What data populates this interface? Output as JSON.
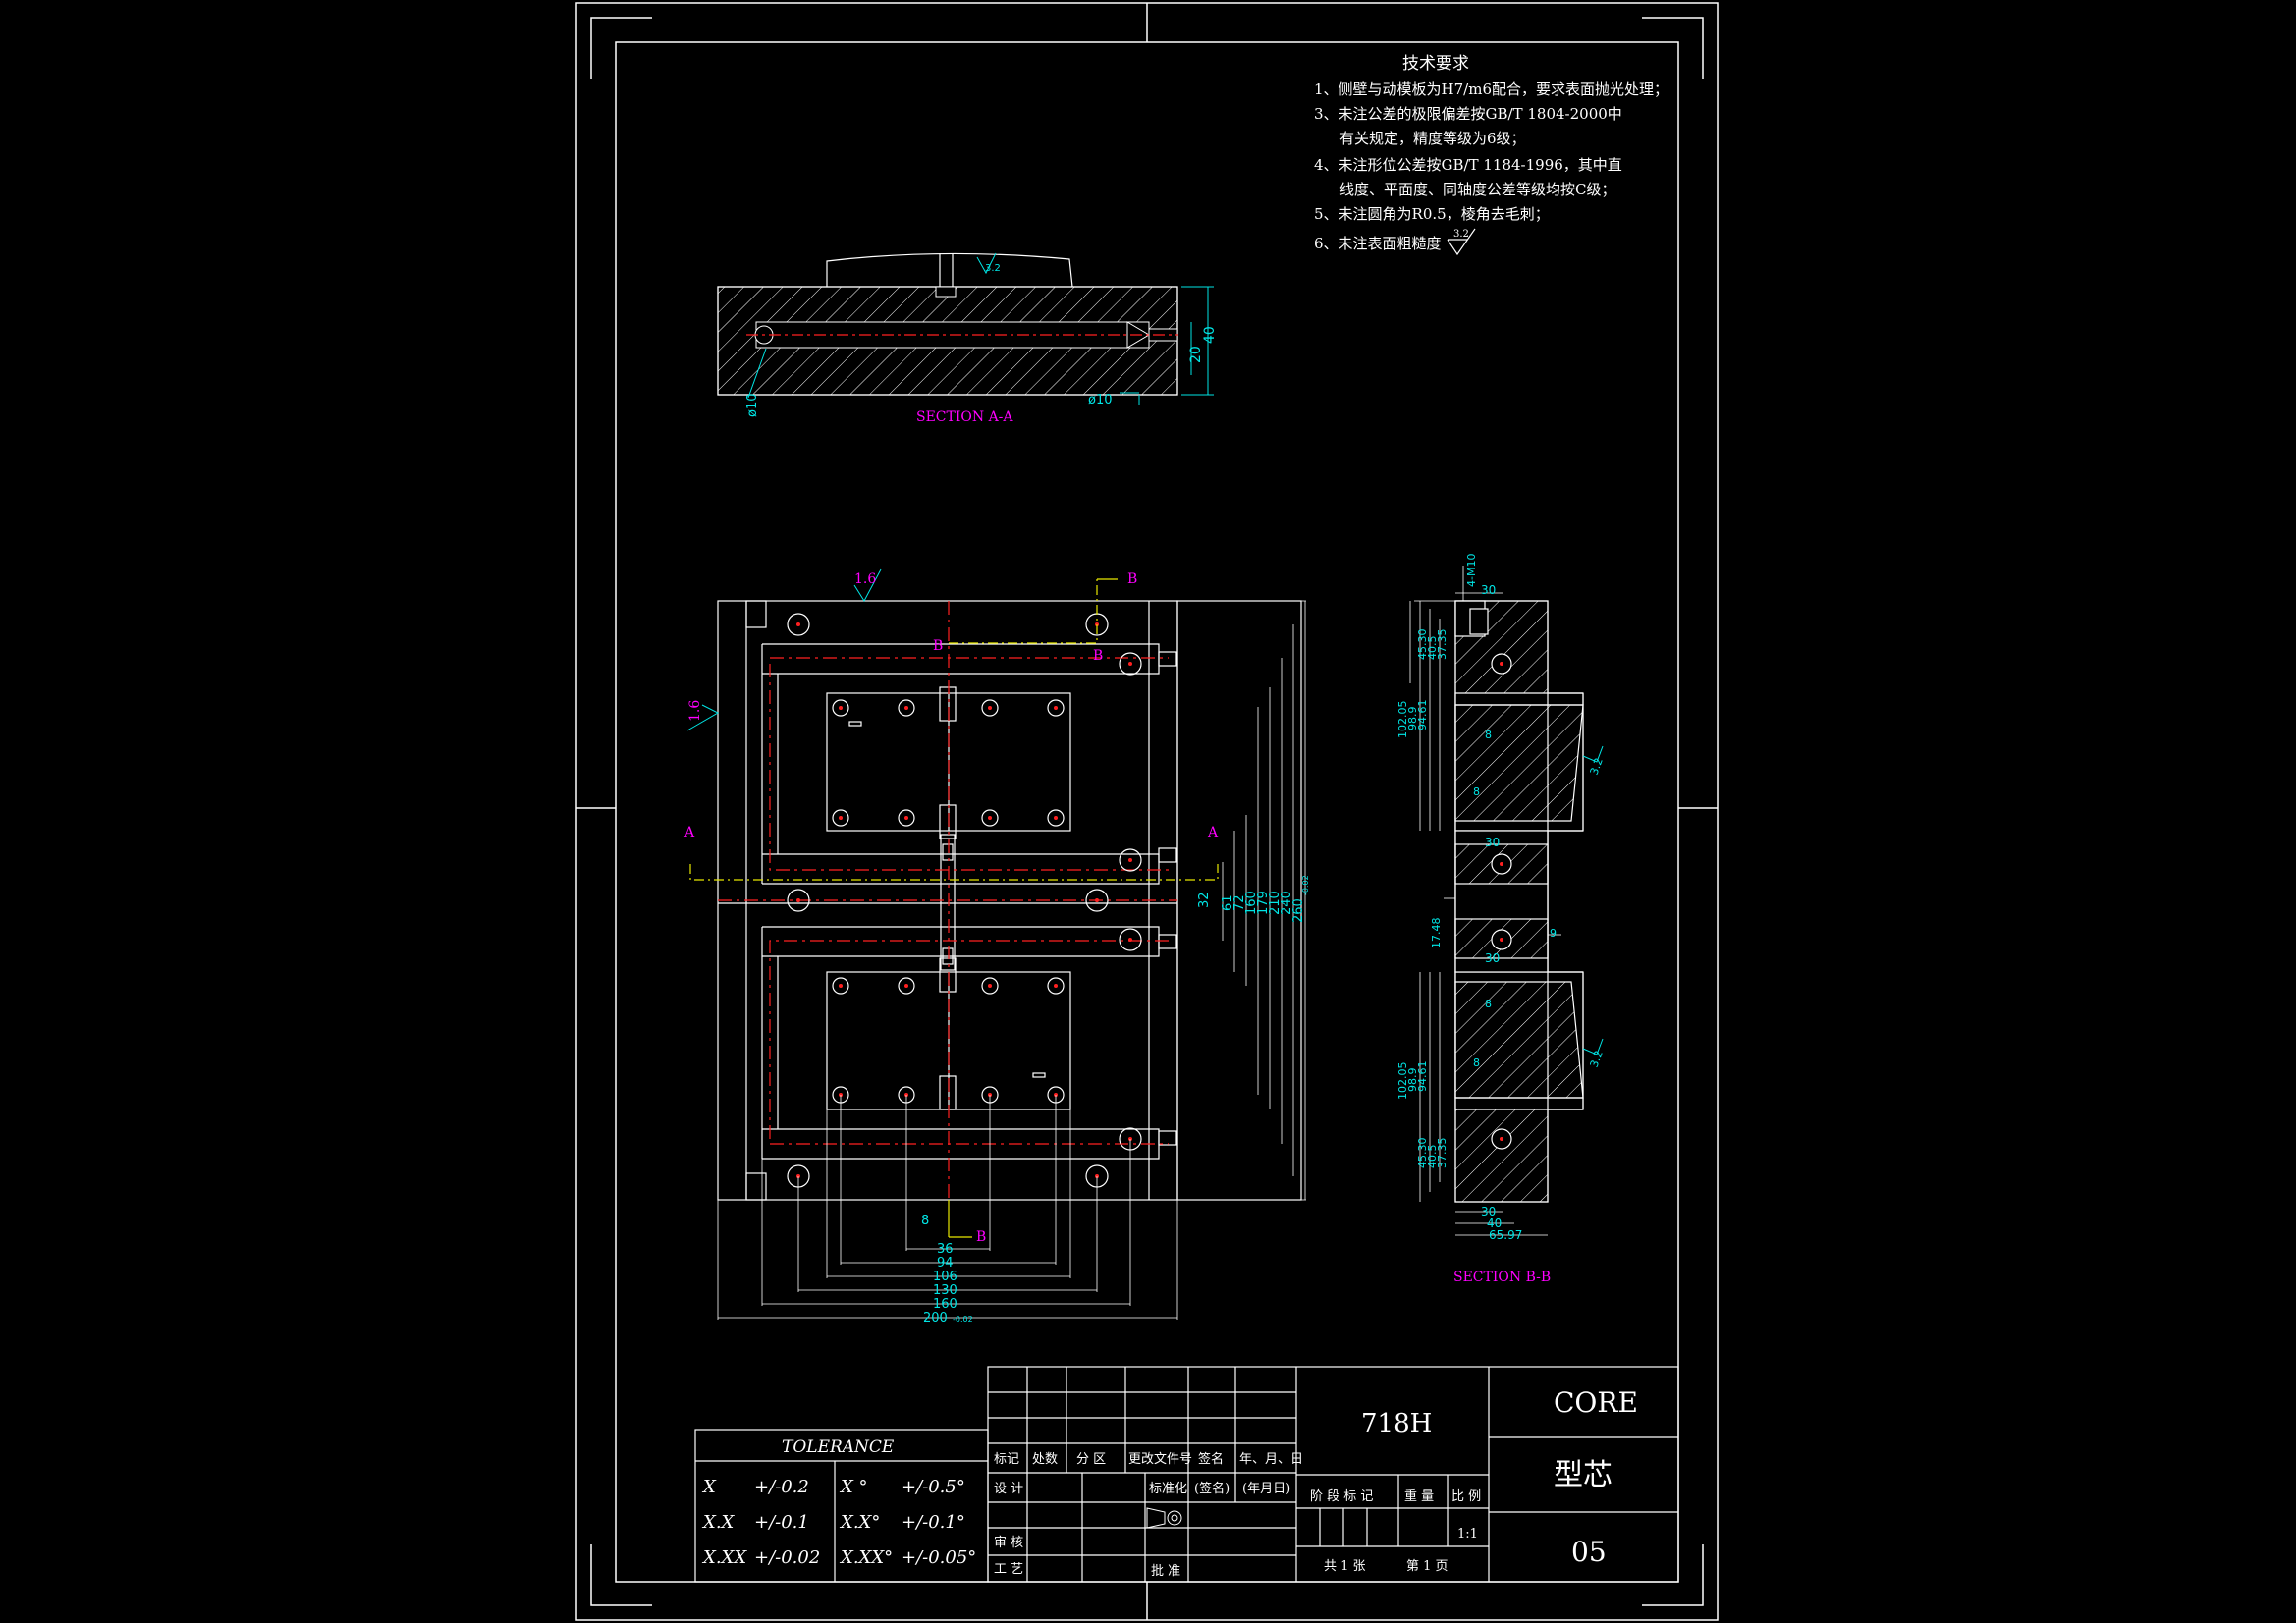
{
  "tech_requirements": {
    "title": "技术要求",
    "lines": [
      "1、侧壁与动模板为H7/m6配合，要求表面抛光处理；",
      "3、未注公差的极限偏差按GB/T 1804-2000中",
      "有关规定，精度等级为6级；",
      "4、未注形位公差按GB/T 1184-1996，其中直",
      "线度、平面度、同轴度公差等级均按C级；",
      "5、未注圆角为R0.5，棱角去毛刺；",
      "6、未注表面粗糙度"
    ],
    "roughness_value": "3.2"
  },
  "section_aa": {
    "label": "SECTION A-A",
    "dims": {
      "d40": "40",
      "d20": "20",
      "phi10_left": "ø10",
      "phi10_bottom": "ø10"
    },
    "roughness": "3.2"
  },
  "section_bb": {
    "label": "SECTION B-B",
    "dims": {
      "thread": "4-M10",
      "w30_top": "30",
      "v45_30_t": "45.30",
      "v40_5_t": "40.5",
      "v37_35_t": "37.35",
      "v102_05_t": "102.05",
      "v98_9_t": "98.9",
      "v94_61_t": "94.61",
      "mid30a": "30",
      "mid17_48": "17.48",
      "mid9": "9",
      "mid30b": "30",
      "v102_05_b": "102.05",
      "v98_9_b": "98.9",
      "v94_61_b": "94.61",
      "v45_30_b": "45.30",
      "v40_5_b": "40.5",
      "v37_35_b": "37.35",
      "w30_bot": "30",
      "w40_bot": "40",
      "w65_97": "65.97",
      "angle1": "8",
      "angle2": "8",
      "angle3": "8",
      "angle4": "8"
    },
    "roughness_top": "3.2",
    "roughness_bot": "3.2"
  },
  "plan_view": {
    "cut_labels": {
      "a_left": "A",
      "a_right": "A",
      "b_top": "B",
      "b_top2": "B",
      "b_mid": "B",
      "b_bottom": "B"
    },
    "roughness_top": "1.6",
    "roughness_left": "1.6",
    "dims_right": [
      "32",
      "61",
      "72",
      "160",
      "179",
      "210",
      "240",
      "260"
    ],
    "dims_right_tol": "-0.02",
    "dims_bottom": [
      "36",
      "94",
      "106",
      "130",
      "160",
      "200"
    ],
    "dims_bottom_tol": "-0.02",
    "dim_8": "8"
  },
  "tolerance": {
    "title": "TOLERANCE",
    "rows": [
      {
        "k1": "X",
        "v1": "+/-0.2",
        "k2": "X °",
        "v2": "+/-0.5°"
      },
      {
        "k1": "X.X",
        "v1": "+/-0.1",
        "k2": "X.X°",
        "v2": "+/-0.1°"
      },
      {
        "k1": "X.XX",
        "v1": "+/-0.02",
        "k2": "X.XX°",
        "v2": "+/-0.05°"
      }
    ]
  },
  "title_block": {
    "material": "718H",
    "name_en": "CORE",
    "name_cn": "型芯",
    "drawing_no": "05",
    "scale": "1:1",
    "headers": [
      "标记",
      "处数",
      "分 区",
      "更改文件号",
      "签名",
      "年、月、日"
    ],
    "design": "设 计",
    "standardize": "标准化",
    "sign": "(签名)",
    "date": "(年月日)",
    "stage": "阶 段 标 记",
    "weight": "重 量",
    "ratio": "比 例",
    "review": "审 核",
    "process": "工 艺",
    "approve": "批 准",
    "total_sheets": "共 1 张",
    "sheet": "第 1 页"
  },
  "colors": {
    "white": "#ffffff",
    "cyan": "#00e5e5",
    "red": "#ff2020",
    "magenta": "#ff00ff",
    "yellow": "#e8e800",
    "background": "#000000"
  }
}
